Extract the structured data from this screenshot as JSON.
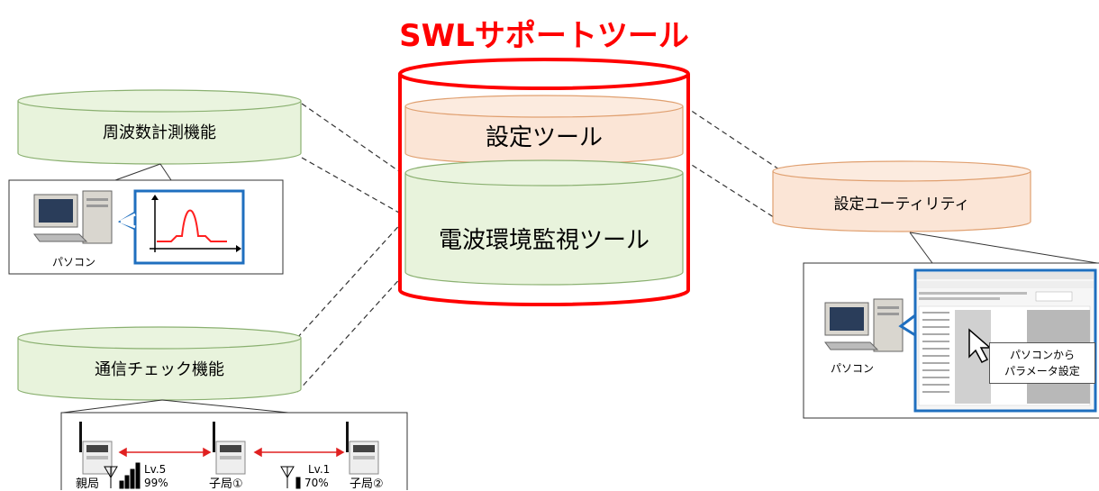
{
  "title": "SWLサポートツール",
  "main_cylinder": {
    "top_section": "設定ツール",
    "bottom_section": "電波環境監視ツール"
  },
  "left_features": {
    "frequency": "周波数計測機能",
    "comm_check": "通信チェック機能"
  },
  "right_feature": "設定ユーティリティ",
  "pc_label": "パソコン",
  "pc_label_right": "パソコン",
  "param_bubble": {
    "line1": "パソコンから",
    "line2": "パラメータ設定"
  },
  "comm_check_detail": {
    "parent": "親局",
    "child1": "子局①",
    "child2": "子局②",
    "link1": {
      "level": "Lv.5",
      "percent": "99%"
    },
    "link2": {
      "level": "Lv.1",
      "percent": "70%"
    }
  },
  "colors": {
    "title": "#ff0000",
    "green_fill": "#e8f3dc",
    "green_stroke": "#8ab070",
    "orange_fill": "#fbe5d6",
    "orange_stroke": "#e0a070",
    "main_stroke": "#ff0000",
    "accent_blue": "#1f6fbf",
    "arrow_red": "#e02020"
  }
}
